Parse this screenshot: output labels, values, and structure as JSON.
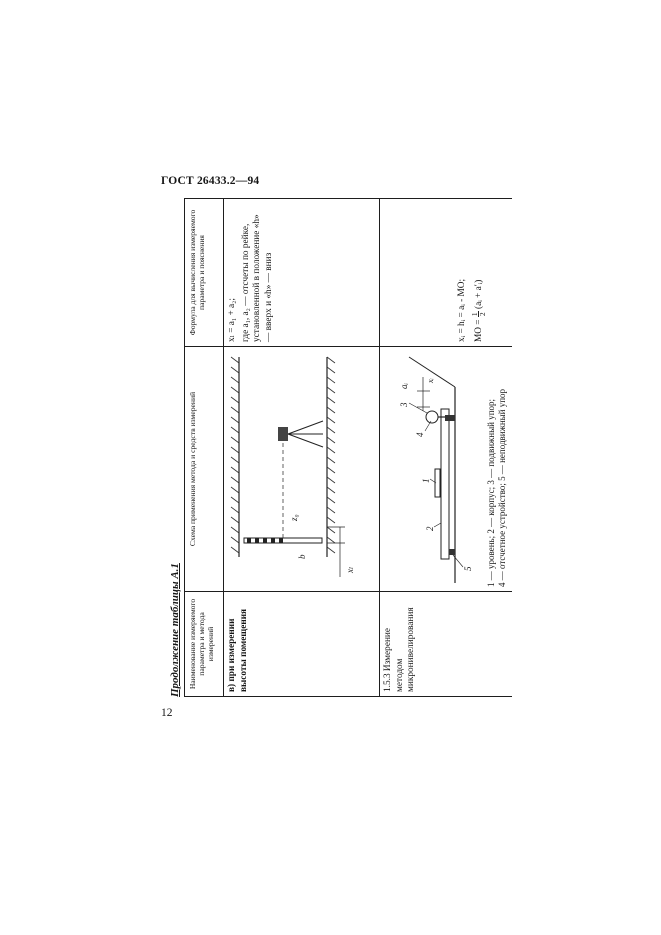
{
  "header": {
    "doc_code": "ГОСТ 26433.2—94"
  },
  "page_number": "12",
  "table": {
    "caption": "Продолжение таблицы А.1",
    "columns": [
      "Наименование измеряемого параметра и метода измерений",
      "Схема применения метода и средств измерений",
      "Формула для вычисления измеряемого параметра и пояснения"
    ],
    "row1": {
      "name": "в) при измерении высоты помещения",
      "formula_main": "xₗ = a₁ + a₂;",
      "formula_text": "где a₁, a₂ — отсчеты по рейке, установленной в положение «h» — вверх и «h» — вниз",
      "labels": {
        "x": "xₗ",
        "b": "b",
        "z": "z₀"
      }
    },
    "row2": {
      "name": "1.5.3 Измерение методом микронивелирования",
      "formula_1": "xᵢ = hᵢ = aᵢ - MO;",
      "formula_2_prefix": "MO =",
      "formula_2_num": "1",
      "formula_2_den": "2",
      "formula_2_suffix": "(aᵢ + a′ᵢ)",
      "labels": {
        "n1": "1",
        "n2": "2",
        "n3": "3",
        "n4": "4",
        "n5": "5",
        "a": "aᵢ",
        "x": "xᵢ"
      },
      "legend_1": "1 — уровень; 2 — корпус; 3 — подвижный упор;",
      "legend_2": "4 — отсчетное устройство; 5 — неподвижный упор"
    }
  }
}
